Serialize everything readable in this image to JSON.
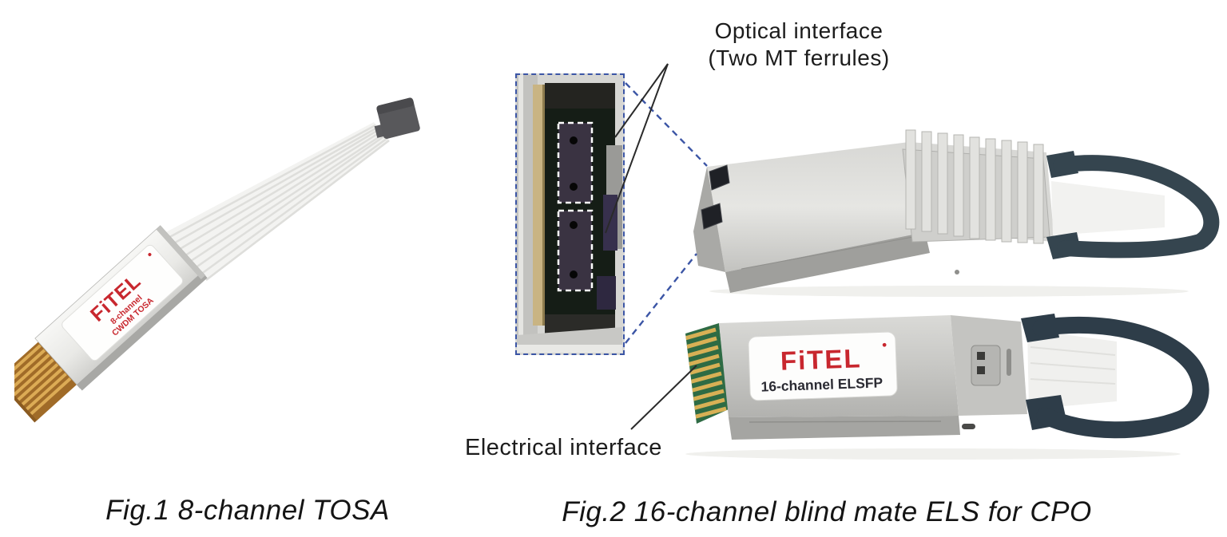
{
  "figure": {
    "fig1": {
      "caption": "Fig.1 8-channel TOSA",
      "device_label": {
        "brand": "FiTEL",
        "line1": "8-channel",
        "line2": "CWDM TOSA"
      }
    },
    "fig2": {
      "caption": "Fig.2 16-channel blind mate ELS for CPO",
      "optical_callout": {
        "line1": "Optical interface",
        "line2": "(Two MT ferrules)"
      },
      "electrical_callout": "Electrical interface",
      "device_label": {
        "brand": "FiTEL",
        "model": "16-channel ELSFP"
      }
    },
    "colors": {
      "background": "#ffffff",
      "text": "#1c1c1c",
      "brand_red": "#c8272e",
      "callout_line_blue": "#3b55a5",
      "annotation_line_black": "#2a2a2a",
      "module_silver": "#cfcfcc",
      "pull_tab_slate": "#33424f",
      "gold_contact": "#d0a050",
      "pcb_green": "#2e6b44",
      "ferrule_dark": "#3a3342"
    }
  }
}
